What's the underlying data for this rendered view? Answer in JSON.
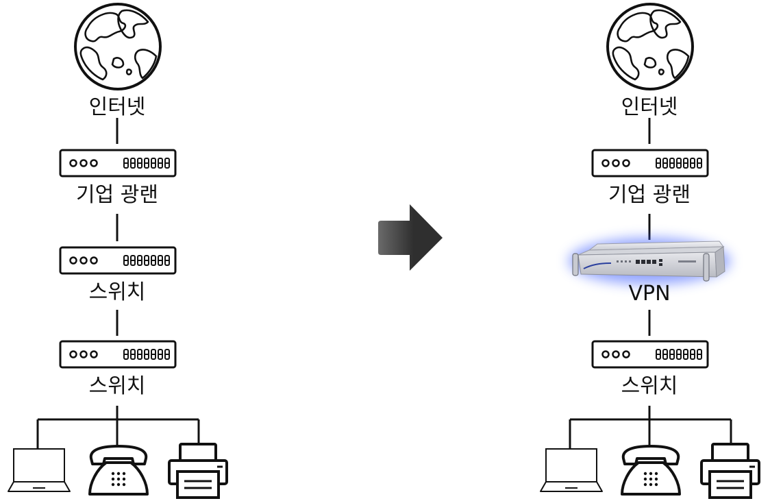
{
  "left": {
    "labels": {
      "internet": "인터넷",
      "enterprise_fiber": "기업 광랜",
      "switch_1": "스위치",
      "switch_2": "스위치"
    }
  },
  "right": {
    "labels": {
      "internet": "인터넷",
      "enterprise_fiber": "기업 광랜",
      "vpn": "VPN",
      "switch": "스위치"
    }
  },
  "colors": {
    "stroke": "#111111",
    "arrow_dark": "#2f2f2f",
    "arrow_light": "#6a6a6a",
    "vpn_glow": "#3b5bff",
    "vpn_body": "#dcdde2"
  },
  "icons": [
    "globe-icon",
    "router-icon",
    "vpn-appliance-icon",
    "laptop-icon",
    "telephone-icon",
    "printer-icon",
    "arrow-right-icon"
  ]
}
